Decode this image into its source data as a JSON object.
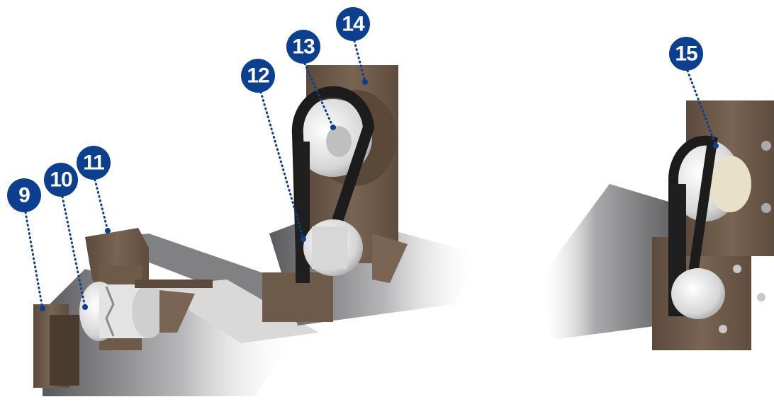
{
  "colors": {
    "badge": "#0d3f8f",
    "housing": "#6e5a49",
    "housing_dark": "#4a3b2f",
    "housing_light": "#8c7663",
    "rail": "#4f4f51",
    "rail_light": "#c9c9ca",
    "aluminium": "#dcdcdc",
    "belt": "#1c1c1c"
  },
  "callouts": [
    {
      "label": "9"
    },
    {
      "label": "10"
    },
    {
      "label": "11"
    },
    {
      "label": "12"
    },
    {
      "label": "13"
    },
    {
      "label": "14"
    },
    {
      "label": "15"
    }
  ]
}
